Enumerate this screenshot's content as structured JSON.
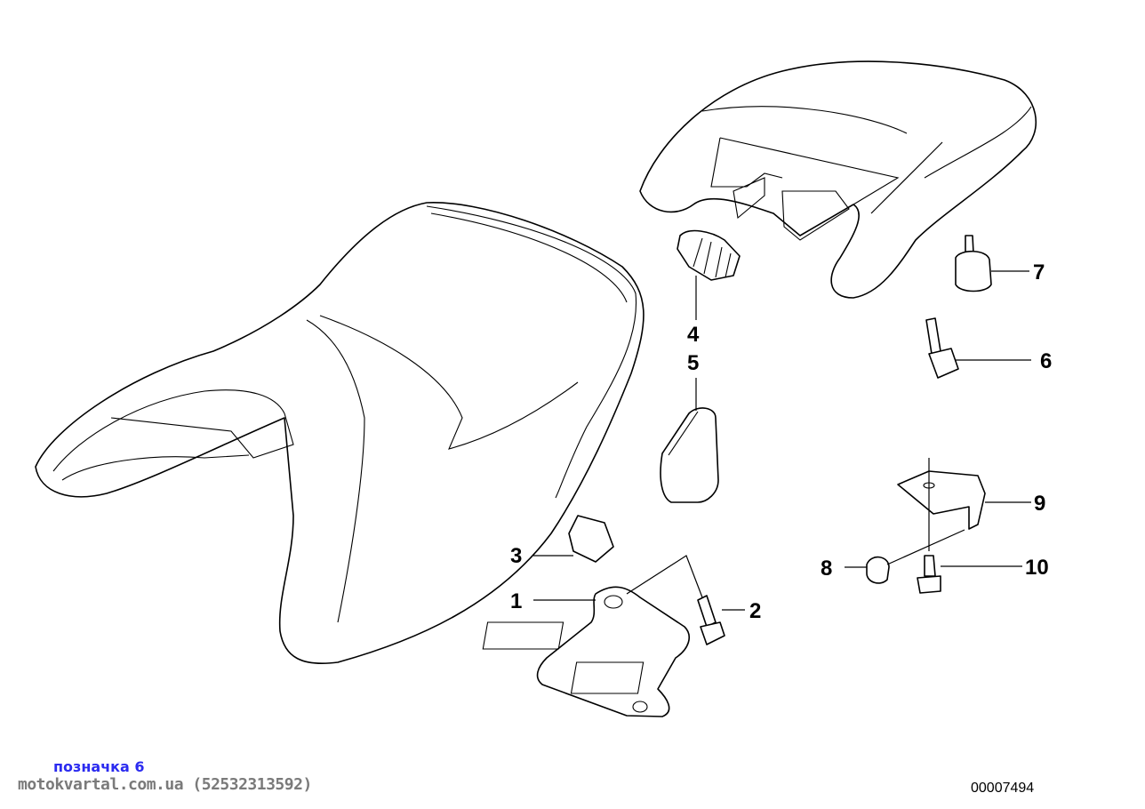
{
  "diagram": {
    "callouts": [
      "1",
      "2",
      "3",
      "4",
      "5",
      "6",
      "7",
      "8",
      "9",
      "10"
    ],
    "diagram_number": "00007494"
  },
  "watermark": {
    "tag": "позначка 6",
    "site": "motokvartal.com.ua (52532313592)"
  }
}
